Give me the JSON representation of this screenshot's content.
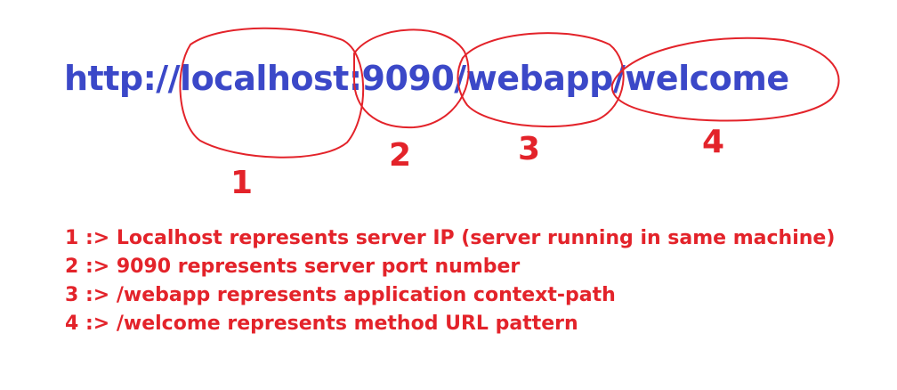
{
  "url_parts": {
    "scheme": "http://",
    "host": "localhost",
    "port": ":9090",
    "context": "/webapp",
    "path": "/welcome"
  },
  "markers": [
    "1",
    "2",
    "3",
    "4"
  ],
  "legend": [
    "1 :> Localhost represents server IP (server running in same machine)",
    "2 :> 9090 represents server port number",
    "3 :> /webapp represents application context-path",
    "4 :> /welcome represents method URL pattern"
  ],
  "colors": {
    "url_text": "#3b48c8",
    "annotation": "#e3232a",
    "background": "#ffffff"
  }
}
